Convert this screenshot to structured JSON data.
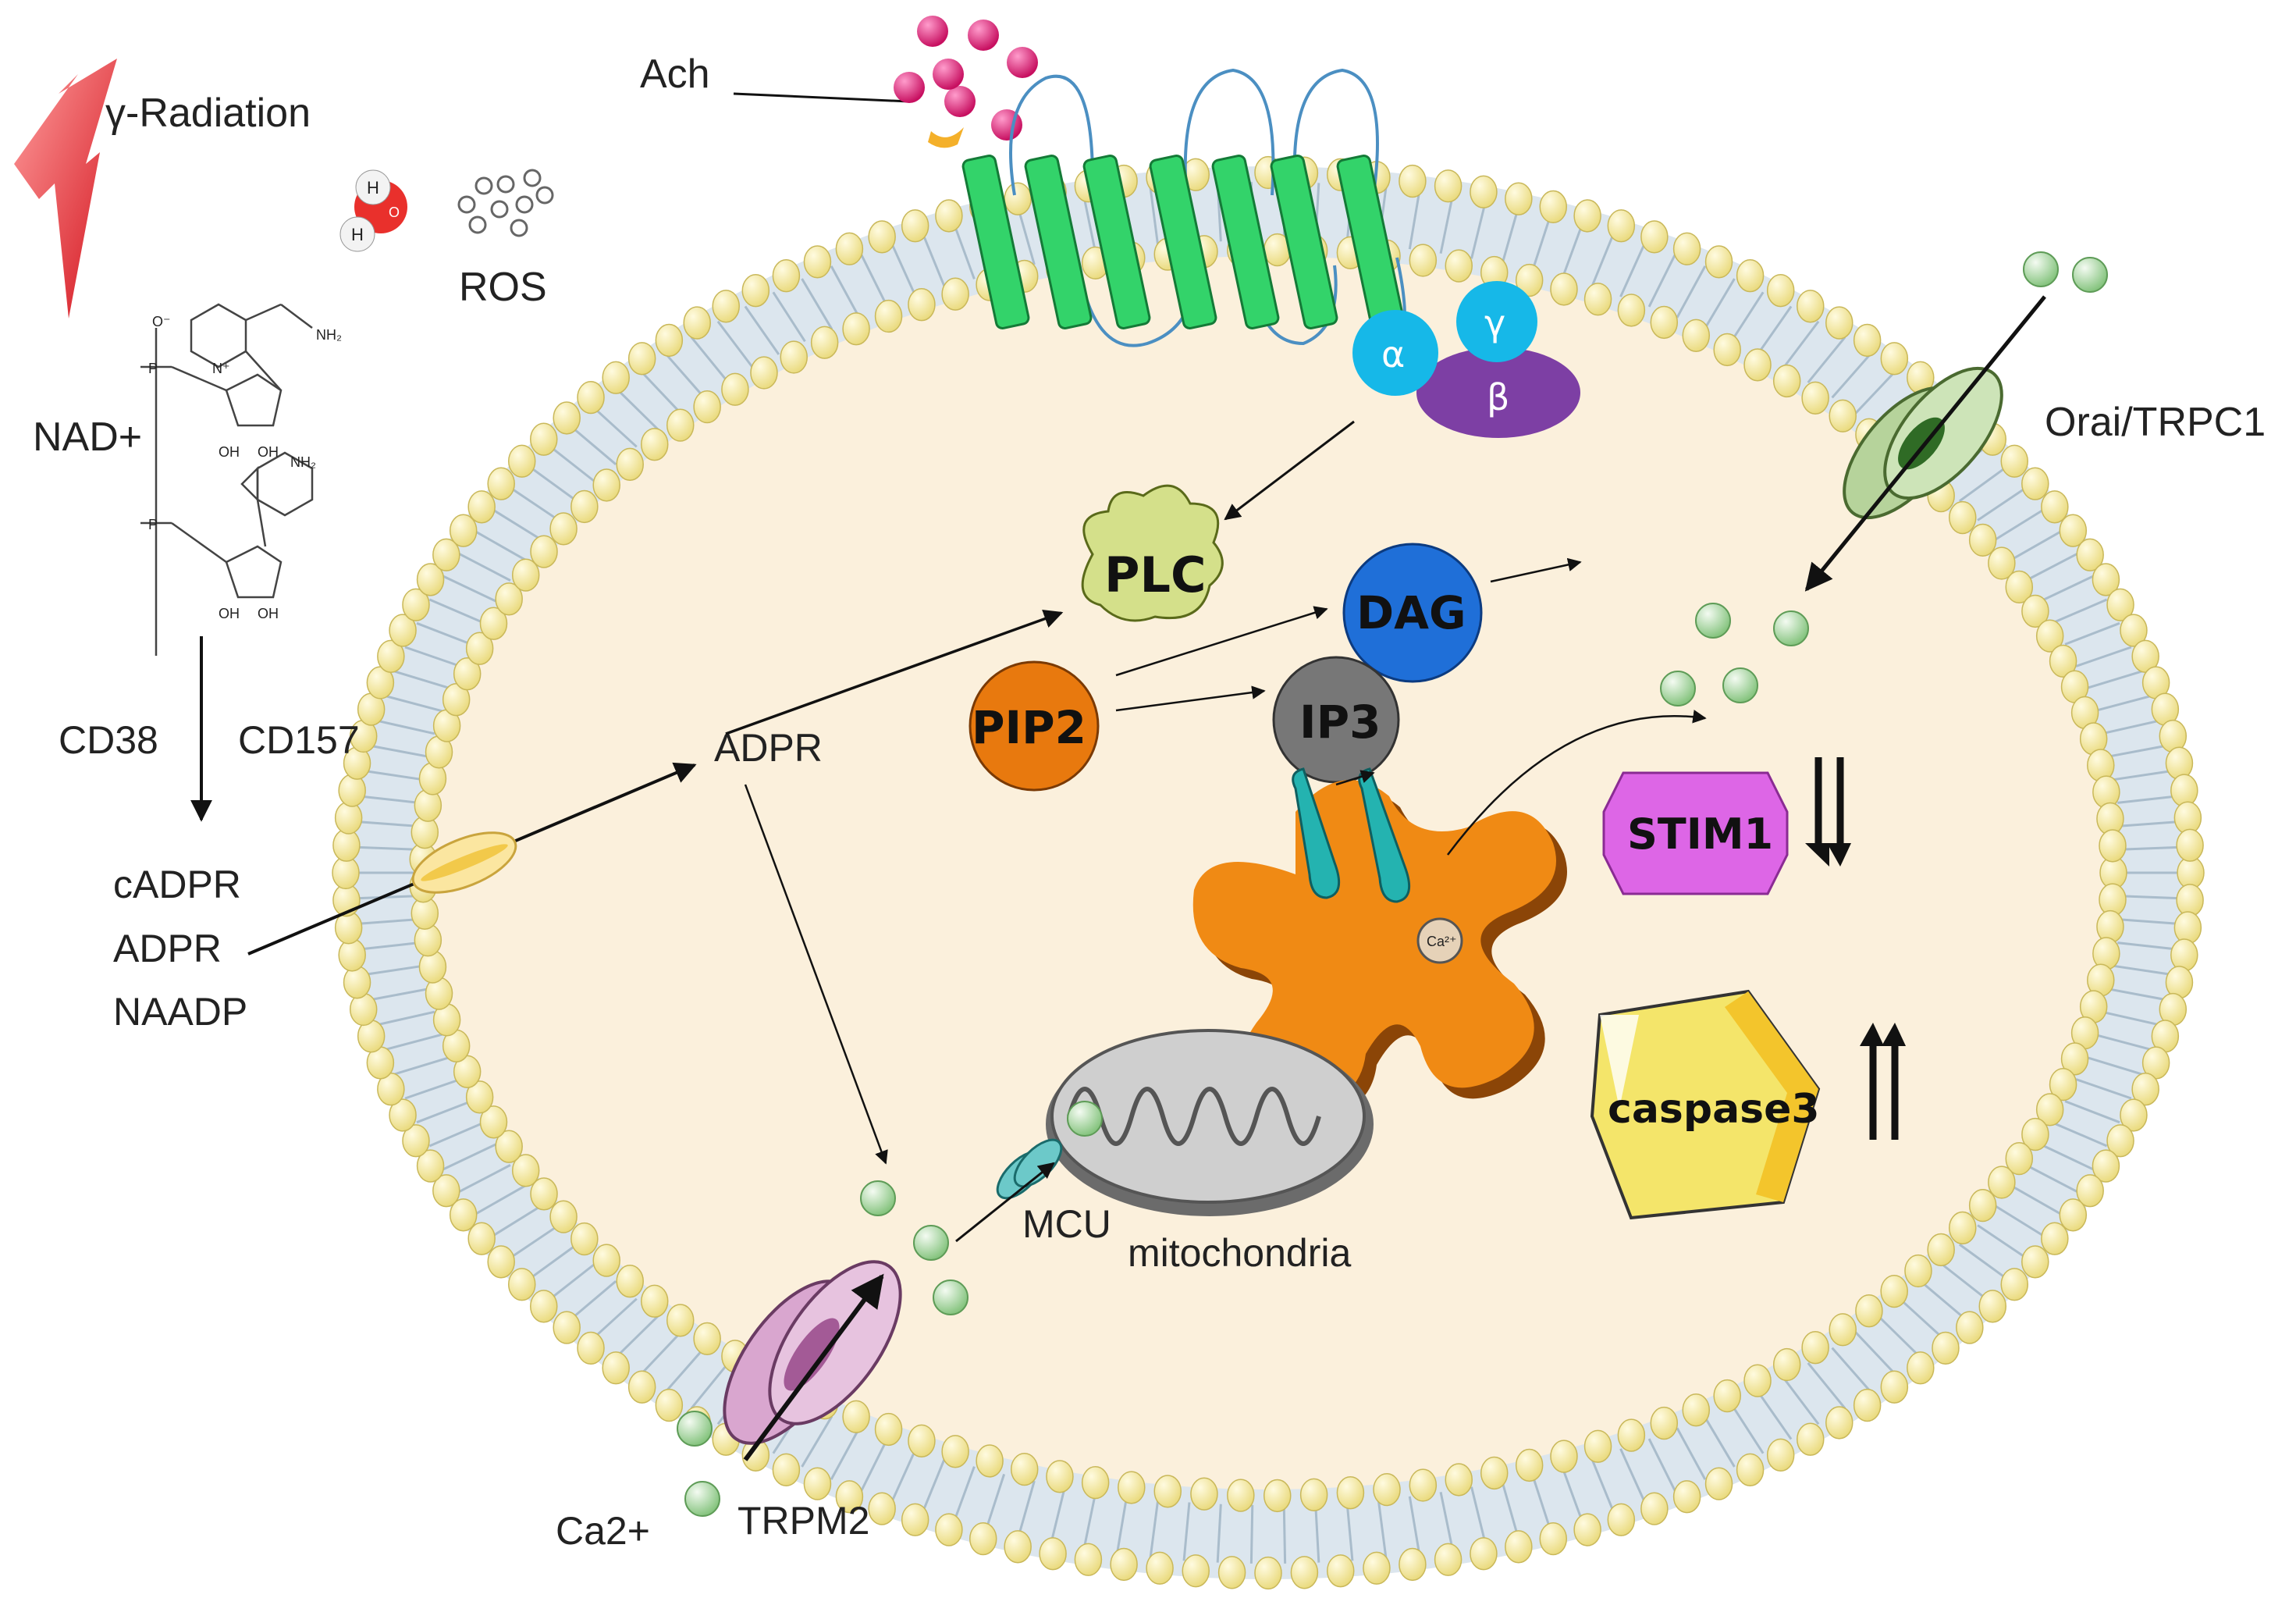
{
  "labels": {
    "radiation": "γ-Radiation",
    "ros": "ROS",
    "nad": "NAD+",
    "ach": "Ach",
    "cd38": "CD38",
    "cd157": "CD157",
    "cadpr": "cADPR",
    "adpr_left": "ADPR",
    "naadp": "NAADP",
    "adpr_center": "ADPR",
    "orai": "Orai/TRPC1",
    "ca2": "Ca2+",
    "trpm2": "TRPM2",
    "mcu": "MCU",
    "mitochondria": "mitochondria"
  },
  "nodes": {
    "plc": "PLC",
    "dag": "DAG",
    "pip2": "PIP2",
    "ip3": "IP3",
    "stim1": "STIM1",
    "caspase3": "caspase3",
    "alpha": "α",
    "gamma": "γ",
    "beta": "β",
    "er_ca": "Ca²⁺"
  },
  "molecule": {
    "h1": "H",
    "o": "O",
    "h2": "H",
    "nh2_top": "NH₂",
    "nh2_mid": "NH₂",
    "oh": "OH",
    "o_minus": "O⁻",
    "p": "P",
    "n_plus": "N⁺"
  },
  "arrows": {
    "stim1_trend": "down",
    "caspase3_trend": "up"
  },
  "colors": {
    "membrane_fill": "#fbf0dc",
    "lipid_head": "#f5ec9e",
    "lipid_tail": "#c8d6e0",
    "ca_ion": "#9fd39a",
    "ach_ion": "#e0207a",
    "gpcr": "#33d36a",
    "plc": "#d4e08a",
    "dag": "#1f6fd8",
    "pip2": "#e8790e",
    "ip3": "#777777",
    "stim1": "#dd66e6",
    "caspase3": "#f4e56a",
    "er": "#f08a14",
    "trpm2": "#d9a6cf",
    "orai": "#b6d39b",
    "alpha_gamma": "#16b8e8",
    "beta": "#7d3fa4"
  }
}
